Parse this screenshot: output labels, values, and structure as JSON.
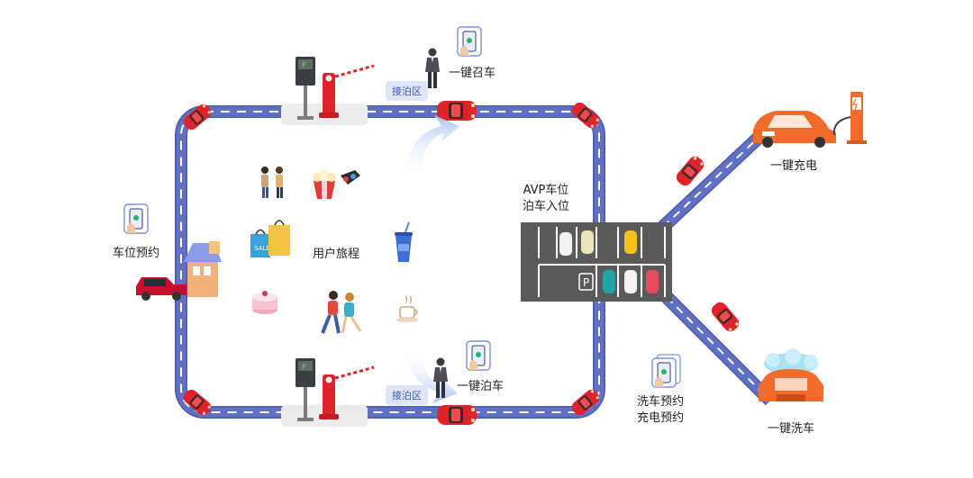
{
  "labels": {
    "summon": "一键召车",
    "park": "一键泊车",
    "charge": "一键充电",
    "wash": "一键洗车",
    "reserve_spot": "车位预约",
    "user_journey": "用户旅程",
    "avp_line1": "AVP车位",
    "avp_line2": "泊车入位",
    "wash_reserve": "洗车预约",
    "charge_reserve": "充电预约",
    "pickup_zone_top": "接泊区",
    "pickup_zone_bottom": "接泊区",
    "parking_sign": "P"
  },
  "colors": {
    "road": "#6070c4",
    "road_edge": "#4a5bb0",
    "car_red": "#e0232b",
    "car_orange": "#f26b2a",
    "lot": "#5a5a5a",
    "arrow": "#a9c4ef",
    "tag_bg": "#dfe6f8",
    "tag_text": "#3b55b8"
  },
  "icons": [
    "phone-app-icon",
    "gate-barrier-icon",
    "business-person-icon",
    "red-car-icon",
    "charging-station-icon",
    "car-wash-icon",
    "shopping-bags-icon",
    "popcorn-icon",
    "cake-icon",
    "drink-icon",
    "coffee-icon",
    "couple-icon",
    "running-couple-icon",
    "house-icon"
  ]
}
